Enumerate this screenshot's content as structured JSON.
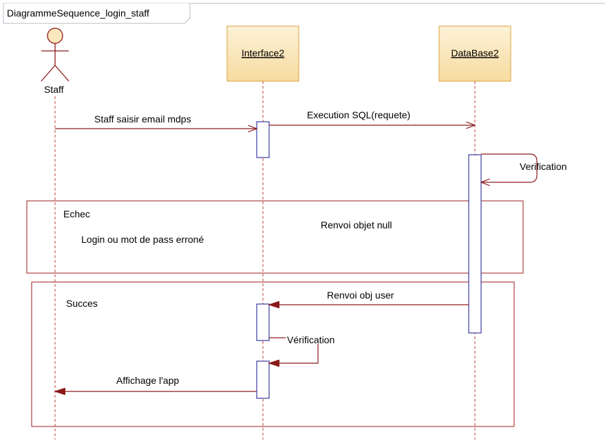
{
  "diagram": {
    "frame_title": "DiagrammeSequence_login_staff",
    "actor": {
      "label": "Staff"
    },
    "lifelines": [
      {
        "label": "Interface2"
      },
      {
        "label": "DataBase2"
      }
    ],
    "messages": {
      "m1": "Staff saisir email mdps",
      "m2": "Execution SQL(requete)",
      "m3": "Verification",
      "m4": "Renvoi objet null",
      "m5": "Renvoi obj user",
      "m6": "Vérification",
      "m7": "Affichage l'app"
    },
    "fragments": {
      "echec": {
        "title": "Echec",
        "note": "Login ou mot de pass erroné"
      },
      "succes": {
        "title": "Succes"
      }
    },
    "colors": {
      "lifeline_box_fill": "#fbe7bd",
      "lifeline_box_border": "#d9a23a",
      "message_line": "#8b1a1a",
      "fragment_border": "#a01a1a",
      "activation_border": "#3a3aa0",
      "lifeline_dash": "#c04040"
    }
  }
}
